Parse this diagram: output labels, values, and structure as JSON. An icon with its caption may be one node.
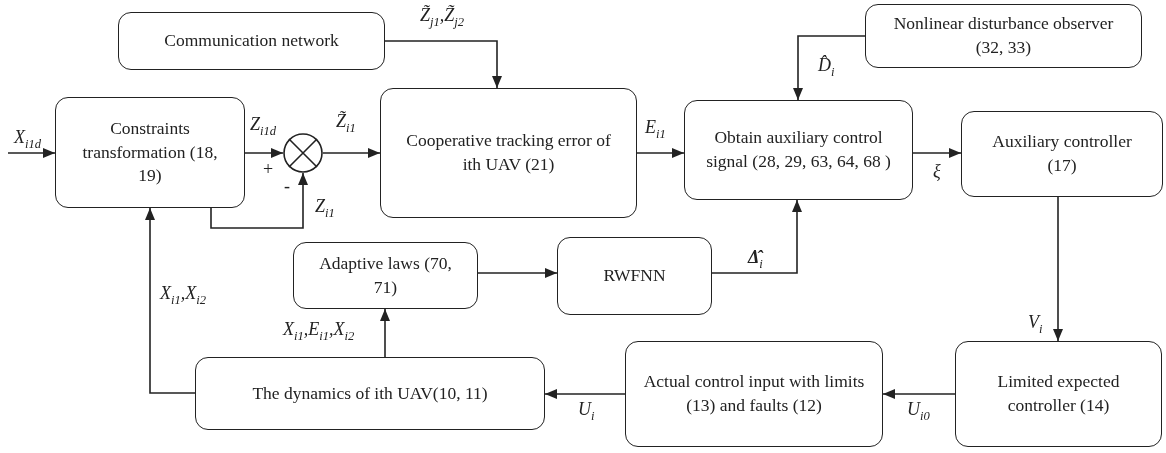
{
  "diagram": {
    "nodes": [
      {
        "text": [
          "Communication network"
        ]
      },
      {
        "text": [
          "Nonlinear disturbance observer (32, 33)"
        ]
      },
      {
        "text": [
          "Constraints transformation (18, 19)"
        ]
      },
      {
        "text": [],
        "shape": "circle"
      },
      {
        "text": [
          "Cooperative tracking error of ith UAV (21)"
        ]
      },
      {
        "text": [
          "Obtain auxiliary control signal (28, 29, 63, 64, 68 )"
        ]
      },
      {
        "text": [
          "Auxiliary controller (17)"
        ]
      },
      {
        "text": [
          "Adaptive laws (70, 71)"
        ]
      },
      {
        "text": [
          "RWFNN"
        ]
      },
      {
        "text": [
          "Limited expected controller (14)"
        ]
      },
      {
        "text": [
          "Actual control input with limits (13) and faults (12)"
        ]
      },
      {
        "text": [
          "The dynamics of ith UAV(10, 11)"
        ]
      }
    ],
    "edges": [
      {
        "from": null,
        "to": 2,
        "arrow": "to",
        "label": "X$_{i1d}$"
      },
      {
        "from": 2,
        "to": 3,
        "arrow": "to",
        "label": "Z$_{i1d}$"
      },
      {
        "from": 2,
        "to": 3,
        "arrow": "to",
        "label": "Z$_{i1}$"
      },
      {
        "from": 3,
        "to": 4,
        "arrow": "to",
        "label": "Z̃$_{i1}$"
      },
      {
        "from": 0,
        "to": 4,
        "arrow": "to",
        "label": "Z̃$_{j1}$,Z̃$_{j2}$"
      },
      {
        "from": 4,
        "to": 5,
        "arrow": "to",
        "label": "E$_{i1}$"
      },
      {
        "from": 1,
        "to": 5,
        "arrow": "to",
        "label": "D̂$_{i}$"
      },
      {
        "from": 5,
        "to": 6,
        "arrow": "to",
        "label": "ξ"
      },
      {
        "from": 8,
        "to": 5,
        "arrow": "to",
        "label": "**Δ̂**$_{i}$"
      },
      {
        "from": 7,
        "to": 8,
        "arrow": "to"
      },
      {
        "from": 6,
        "to": 9,
        "arrow": "to",
        "label": "V$_{i}$"
      },
      {
        "from": 9,
        "to": 10,
        "arrow": "to",
        "label": "U$_{i0}$"
      },
      {
        "from": 10,
        "to": 11,
        "arrow": "to",
        "label": "U$_{i}$"
      },
      {
        "from": 11,
        "to": 7,
        "arrow": "to",
        "label": "X$_{i1}$,E$_{i1}$,X$_{i2}$"
      },
      {
        "from": 11,
        "to": 2,
        "arrow": "to",
        "label": "X$_{i1}$,X$_{i2}$"
      }
    ],
    "labels": [
      "+",
      "-"
    ]
  }
}
